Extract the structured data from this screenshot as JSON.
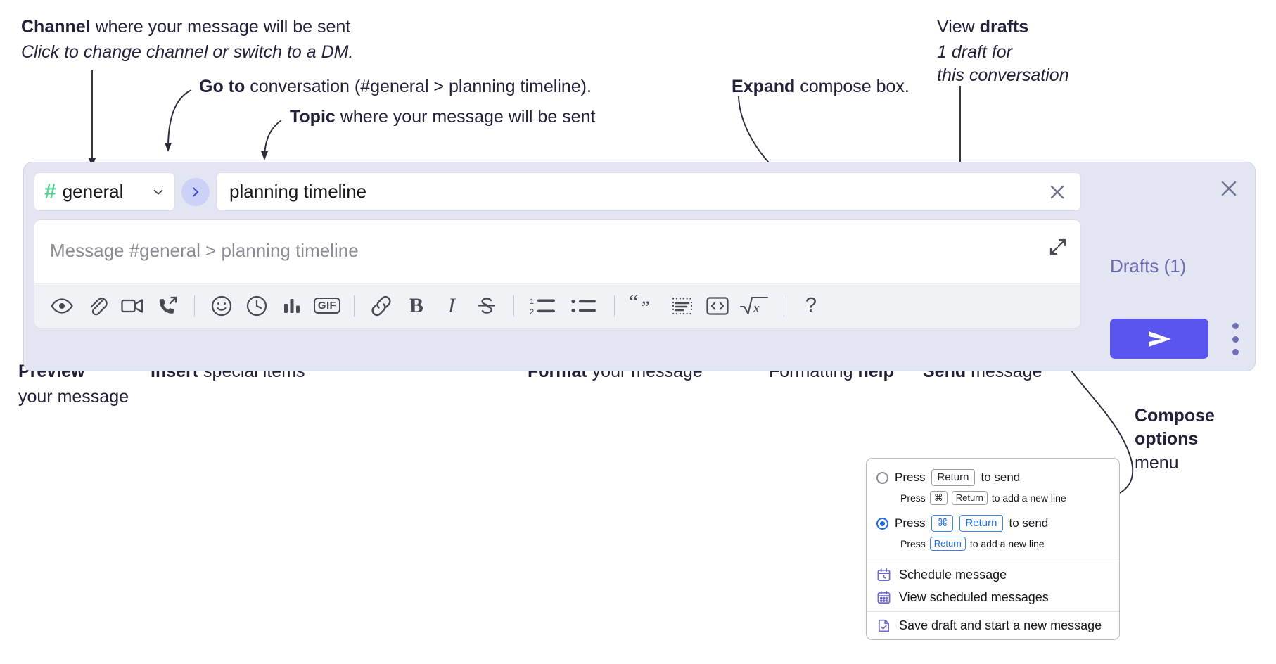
{
  "annotations": {
    "channel": {
      "bold": "Channel",
      "rest": " where your message will be sent",
      "italic": "Click to change channel or switch to a DM."
    },
    "goto": {
      "bold": "Go to",
      "rest": " conversation (#general > planning timeline)."
    },
    "topic": {
      "bold": "Topic",
      "rest": " where your message will be sent"
    },
    "expand": {
      "bold": "Expand",
      "rest": " compose box."
    },
    "drafts": {
      "rest": "View ",
      "bold": "drafts",
      "italic1": "1 draft for",
      "italic2": "this conversation"
    },
    "preview": {
      "bold": "Preview",
      "line2": "your message"
    },
    "insert": {
      "bold": "Insert",
      "rest": " special items"
    },
    "format": {
      "bold": "Format",
      "rest": " your message"
    },
    "help": {
      "rest": "Formatting ",
      "bold": "help"
    },
    "send": {
      "bold": "Send",
      "rest": " message"
    },
    "compose_options": {
      "bold1": "Compose",
      "bold2": "options",
      "rest": "menu"
    }
  },
  "compose": {
    "channel": {
      "hash": "#",
      "name": "general",
      "chevron_icon": "chevron-down-icon"
    },
    "goto_icon": "chevron-right-icon",
    "topic": {
      "value": "planning timeline",
      "clear_icon": "close-icon"
    },
    "message": {
      "placeholder": "Message #general > planning timeline",
      "value": "",
      "expand_icon": "expand-icon"
    },
    "toolbar": [
      {
        "name": "preview-icon",
        "label": "Preview"
      },
      {
        "name": "attachment-icon",
        "label": "Attach file"
      },
      {
        "name": "video-icon",
        "label": "Record video clip"
      },
      {
        "name": "audio-call-icon",
        "label": "Record audio clip"
      },
      {
        "name": "separator-1",
        "label": ""
      },
      {
        "name": "emoji-icon",
        "label": "Emoji"
      },
      {
        "name": "clock-icon",
        "label": "Reminder"
      },
      {
        "name": "poll-icon",
        "label": "Poll"
      },
      {
        "name": "gif-icon",
        "label": "GIF"
      },
      {
        "name": "separator-2",
        "label": ""
      },
      {
        "name": "link-icon",
        "label": "Link"
      },
      {
        "name": "bold-icon",
        "label": "B"
      },
      {
        "name": "italic-icon",
        "label": "I"
      },
      {
        "name": "strikethrough-icon",
        "label": "Strikethrough"
      },
      {
        "name": "separator-3",
        "label": ""
      },
      {
        "name": "ordered-list-icon",
        "label": "Ordered list"
      },
      {
        "name": "bulleted-list-icon",
        "label": "Bulleted list"
      },
      {
        "name": "separator-4",
        "label": ""
      },
      {
        "name": "blockquote-icon",
        "label": "Blockquote"
      },
      {
        "name": "code-block-icon",
        "label": "Code block"
      },
      {
        "name": "inline-code-icon",
        "label": "Code"
      },
      {
        "name": "math-icon",
        "label": "Math"
      },
      {
        "name": "separator-5",
        "label": ""
      },
      {
        "name": "formatting-help-icon",
        "label": "?"
      }
    ],
    "gif_label": "GIF",
    "bold_label": "B",
    "italic_label": "I",
    "help_label": "?",
    "drafts_label": "Drafts (1)",
    "send_icon": "send-icon",
    "kebab_icon": "more-options-icon",
    "close_icon": "close-icon"
  },
  "options_menu": {
    "radio_1": {
      "selected": false,
      "press": "Press",
      "key": "Return",
      "suffix": "to send",
      "sub_press": "Press",
      "sub_key_1": "⌘",
      "sub_key_2": "Return",
      "sub_suffix": "to add a new line"
    },
    "radio_2": {
      "selected": true,
      "press": "Press",
      "key_1": "⌘",
      "key_2": "Return",
      "suffix": "to send",
      "sub_press": "Press",
      "sub_key": "Return",
      "sub_suffix": "to add a new line"
    },
    "items": [
      {
        "icon": "calendar-clock-icon",
        "label": "Schedule message"
      },
      {
        "icon": "calendar-grid-icon",
        "label": "View scheduled messages"
      },
      {
        "icon": "save-draft-icon",
        "label": "Save draft and start a new message"
      }
    ]
  },
  "colors": {
    "panel_bg": "#e3e5f2",
    "send_button": "#5b55f0",
    "channel_hash": "#4fd18b",
    "goto_circle": "#ccd1f7",
    "drafts_text": "#6c6ab0",
    "accent_blue": "#1f6fe0",
    "menu_icon": "#6e6ac6"
  }
}
